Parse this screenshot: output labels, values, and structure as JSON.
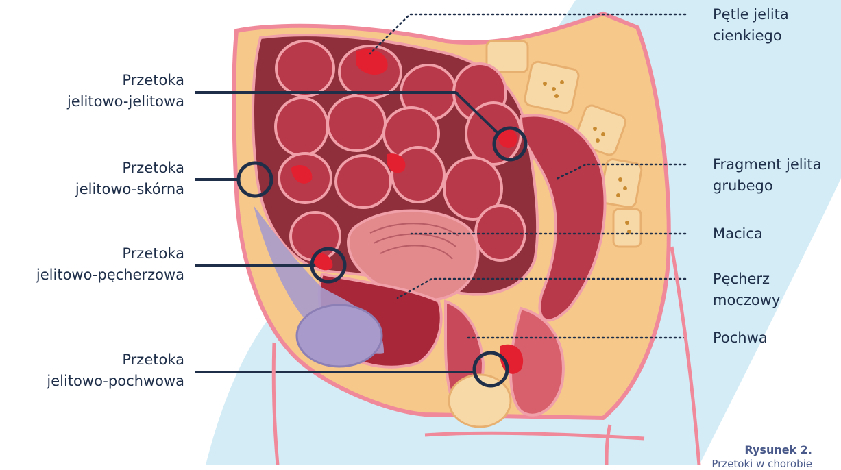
{
  "labels_left": [
    {
      "id": "jelitowo-jelitowa",
      "text": "Przetoka\njelitowo-jelitowa"
    },
    {
      "id": "jelitowo-skorna",
      "text": "Przetoka\njelitowo-skórna"
    },
    {
      "id": "jelitowo-pecherzowa",
      "text": "Przetoka\njelitowo-pęcherzowa"
    },
    {
      "id": "jelitowo-pochwowa",
      "text": "Przetoka\njelitowo-pochwowa"
    }
  ],
  "labels_right": [
    {
      "id": "petle",
      "text": "Pętle jelita\ncienkiego"
    },
    {
      "id": "fragment",
      "text": "Fragment jelita\ngrubego"
    },
    {
      "id": "macica",
      "text": "Macica"
    },
    {
      "id": "pecherz",
      "text": "Pęcherz\nmoczowy"
    },
    {
      "id": "pochwa",
      "text": "Pochwa"
    }
  ],
  "caption": {
    "title": "Rysunek 2.",
    "subtitle": "Przetoki w chorobie"
  },
  "colors": {
    "background_blob": "#d3ecf6",
    "skin_outline": "#f08a9a",
    "fat": "#f6c98b",
    "bowel_dark": "#8f2f3c",
    "bowel_loop": "#b8394a",
    "bowel_outline": "#f0a0a8",
    "fistula_red": "#e32030",
    "bladder": "#e28a8c",
    "bone": "#f7d9a8",
    "purple": "#a89bcb",
    "label_text": "#1f2f4a",
    "leader_line": "#1f2f4a"
  }
}
